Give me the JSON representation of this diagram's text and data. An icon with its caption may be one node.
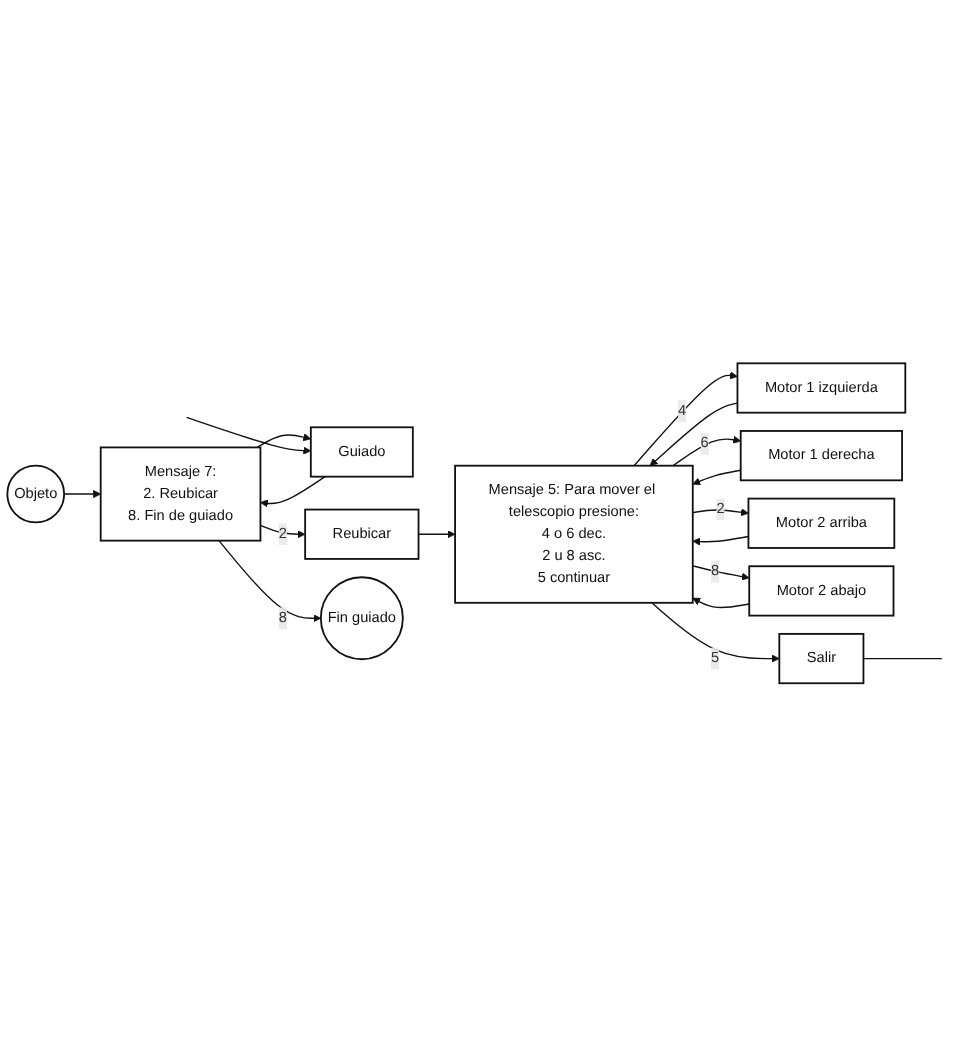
{
  "diagram": {
    "nodes": [
      {
        "text": [
          "Objeto"
        ]
      },
      {
        "text": [
          "Mensaje 7:",
          "2. Reubicar",
          "8. Fin de guiado"
        ]
      },
      {
        "text": [
          "Guiado"
        ]
      },
      {
        "text": [
          "Reubicar"
        ]
      },
      {
        "text": [
          "Fin guiado"
        ]
      },
      {
        "text": [
          "Mensaje 5: Para mover el telescopio presione:",
          "4 o 6 dec.",
          "2 u 8 asc.",
          "5 continuar"
        ]
      },
      {
        "text": [
          "Motor 1 izquierda"
        ]
      },
      {
        "text": [
          "Motor 1 derecha"
        ]
      },
      {
        "text": [
          "Motor 2 arriba"
        ]
      },
      {
        "text": [
          "Motor 2 abajo"
        ]
      },
      {
        "text": [
          "Salir"
        ]
      }
    ],
    "edges": [
      {
        "from": 0,
        "to": 1,
        "arrow": "to"
      },
      {
        "from": 2,
        "to": 1,
        "arrow": "to"
      },
      {
        "from": 1,
        "to": 2,
        "arrow": "to"
      },
      {
        "from": 1,
        "to": 3,
        "label": "2",
        "arrow": "to"
      },
      {
        "from": 1,
        "to": 4,
        "label": "8",
        "arrow": "to"
      },
      {
        "from": null,
        "to": 2,
        "arrow": "to"
      },
      {
        "from": 3,
        "to": 5,
        "arrow": "to"
      },
      {
        "from": 6,
        "to": 5,
        "arrow": "to"
      },
      {
        "from": 7,
        "to": 5,
        "arrow": "to"
      },
      {
        "from": 8,
        "to": 5,
        "arrow": "to"
      },
      {
        "from": 9,
        "to": 5,
        "arrow": "to"
      },
      {
        "from": 5,
        "to": 6,
        "label": "4",
        "arrow": "to"
      },
      {
        "from": 5,
        "to": 7,
        "label": "6",
        "arrow": "to"
      },
      {
        "from": 5,
        "to": 8,
        "label": "2",
        "arrow": "to"
      },
      {
        "from": 5,
        "to": 9,
        "label": "8",
        "arrow": "to"
      },
      {
        "from": 5,
        "to": 10,
        "label": "5",
        "arrow": "to"
      },
      {
        "from": 10,
        "to": null,
        "arrow": "none"
      }
    ]
  }
}
